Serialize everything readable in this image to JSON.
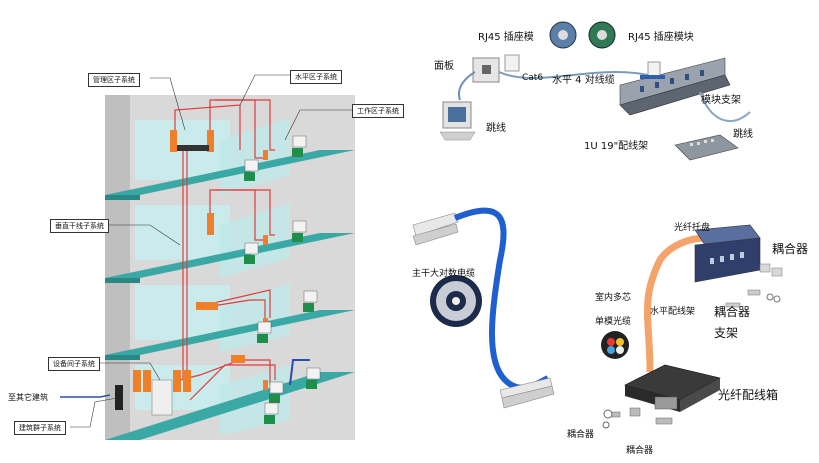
{
  "building": {
    "labels": {
      "admin": "管理区子系统",
      "horizontal": "水平区子系统",
      "work": "工作区子系统",
      "backbone": "垂直干线子系统",
      "equipment": "设备间子系统",
      "other_building": "至其它建筑",
      "campus": "建筑群子系统"
    }
  },
  "copper": {
    "rj45_module_left": "RJ45 插座模",
    "rj45_module_right": "RJ45 插座模块",
    "faceplate": "面板",
    "cat6": "Cat6",
    "horizontal_cable": "水平 4 对线缆",
    "module_bracket": "模块支架",
    "patch_cord_left": "跳线",
    "patch_cord_right": "跳线",
    "rack": "1U 19\"配线架"
  },
  "fiber": {
    "trunk_cable": "主干大对数电缆",
    "tray": "光纤托盘",
    "coupler_top": "耦合器",
    "indoor_multicore": "室内多芯",
    "single_mode": "单模光缆",
    "horizontal_frame": "水平配线架",
    "coupler_bracket_line1": "耦合器",
    "coupler_bracket_line2": "支架",
    "fiber_box": "光纤配线箱",
    "coupler_bottom_left": "耦合器",
    "coupler_bottom_right": "耦合器"
  }
}
